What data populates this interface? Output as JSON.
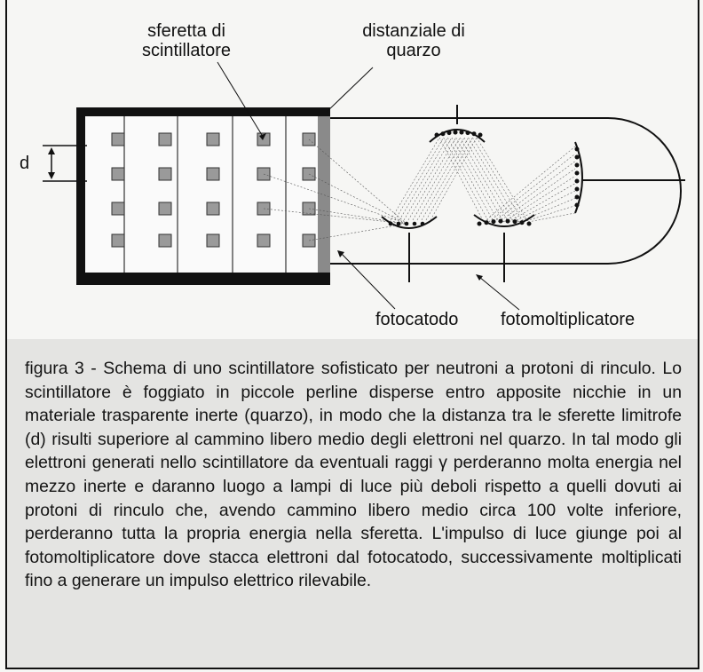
{
  "labels": {
    "scintillator_sphere": "sferetta di scintillatore",
    "quartz_spacer": "distanziale di quarzo",
    "distance": "d",
    "photocathode": "fotocatodo",
    "photomultiplier": "fotomoltiplicatore"
  },
  "caption": "figura 3 - Schema di uno scintillatore sofisticato per neutroni a protoni di rinculo. Lo scintillatore è  foggiato in piccole perline disperse entro apposite nicchie in un materiale trasparente inerte (quarzo), in modo che la distanza tra le sferette limitrofe (d) risulti superiore al cammino libero medio degli elettroni nel quarzo. In tal modo gli elettroni generati nello scintillatore da eventuali raggi γ perderanno molta energia nel mezzo inerte e daranno luogo a lampi di luce più deboli rispetto a quelli dovuti ai protoni di rinculo che, avendo cammino libero medio circa 100 volte inferiore, perderanno tutta la propria energia nella sferetta. L'impulso di luce giunge poi al fotomoltiplicatore dove stacca elettroni dal fotocatodo, successivamente moltiplicati fino a generare un impulso elettrico rilevabile."
}
